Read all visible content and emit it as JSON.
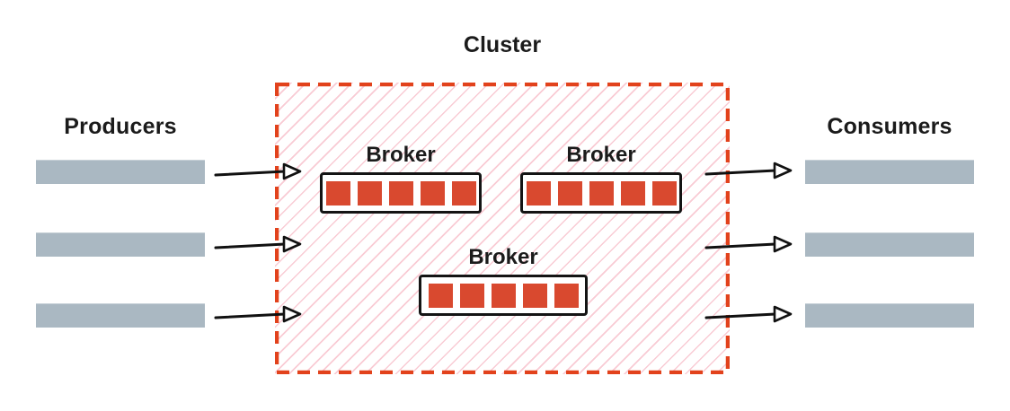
{
  "producers": {
    "label": "Producers",
    "stream_count": 3
  },
  "consumers": {
    "label": "Consumers",
    "stream_count": 3
  },
  "cluster": {
    "label": "Cluster",
    "brokers": [
      {
        "label": "Broker",
        "partition_count": 5
      },
      {
        "label": "Broker",
        "partition_count": 5
      },
      {
        "label": "Broker",
        "partition_count": 5
      }
    ]
  },
  "colors": {
    "cluster_border_red": "#e2421c",
    "hatch_pink": "#f9cbd4",
    "partition_red": "#d9492f",
    "stream_bar_gray": "#aab8c2",
    "ink_black": "#1b1b1b"
  }
}
